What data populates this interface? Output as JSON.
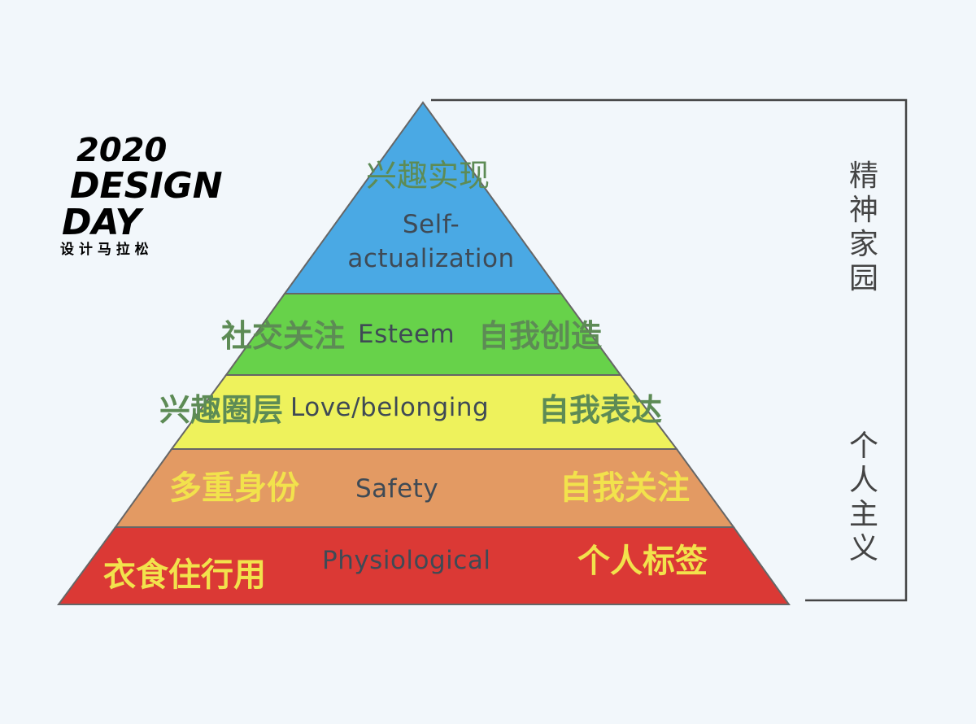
{
  "logo": {
    "year": "2020",
    "line1": "DESIGN",
    "line2": "DAY",
    "subtitle": "设 计 马 拉 松"
  },
  "pyramid": {
    "levels": [
      {
        "key": "self",
        "en": "Self-\nactualization",
        "left": "兴趣实现",
        "right": "",
        "fill": "#4aa9e4"
      },
      {
        "key": "esteem",
        "en": "Esteem",
        "left": "社交关注",
        "right": "自我创造",
        "fill": "#67d24a"
      },
      {
        "key": "love",
        "en": "Love/belonging",
        "left": "兴趣圈层",
        "right": "自我表达",
        "fill": "#eef25c"
      },
      {
        "key": "safety",
        "en": "Safety",
        "left": "多重身份",
        "right": "自我关注",
        "fill": "#e39a63"
      },
      {
        "key": "phys",
        "en": "Physiological",
        "left": "衣食住行用",
        "right": "个人标签",
        "fill": "#db3935"
      }
    ]
  },
  "side": {
    "top": "精神家园",
    "bottom": "个人主义"
  },
  "colors": {
    "background": "#f2f7fb",
    "bracket": "#444444",
    "outline": "#555555"
  }
}
